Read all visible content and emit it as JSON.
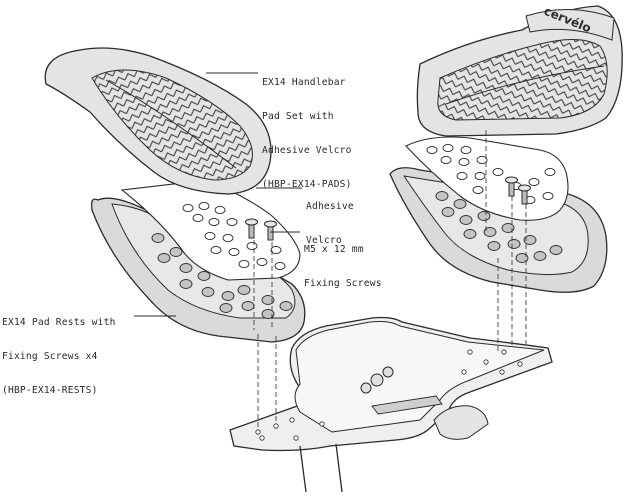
{
  "callouts": {
    "pads": {
      "lines": [
        "EX14 Handlebar",
        "Pad Set with",
        "Adhesive Velcro",
        "(HBP-EX14-PADS)"
      ]
    },
    "velcro": {
      "lines": [
        "Adhesive",
        "Velcro"
      ]
    },
    "screws": {
      "lines": [
        "M5 x 12 mm",
        "Fixing Screws"
      ]
    },
    "rests": {
      "lines": [
        "EX14 Pad Rests with",
        "Fixing Screws x4",
        "(HBP-EX14-RESTS)"
      ]
    }
  },
  "brand": {
    "logo_text": "cervélo"
  },
  "colors": {
    "line": "#2b2b2b",
    "pad_fill": "#e6e6e6",
    "pad_dark": "#cfcfcf",
    "rest_fill": "#d9d9d9",
    "velcro_fill": "#ffffff",
    "bracket_fill": "#ececec",
    "background": "#ffffff"
  }
}
